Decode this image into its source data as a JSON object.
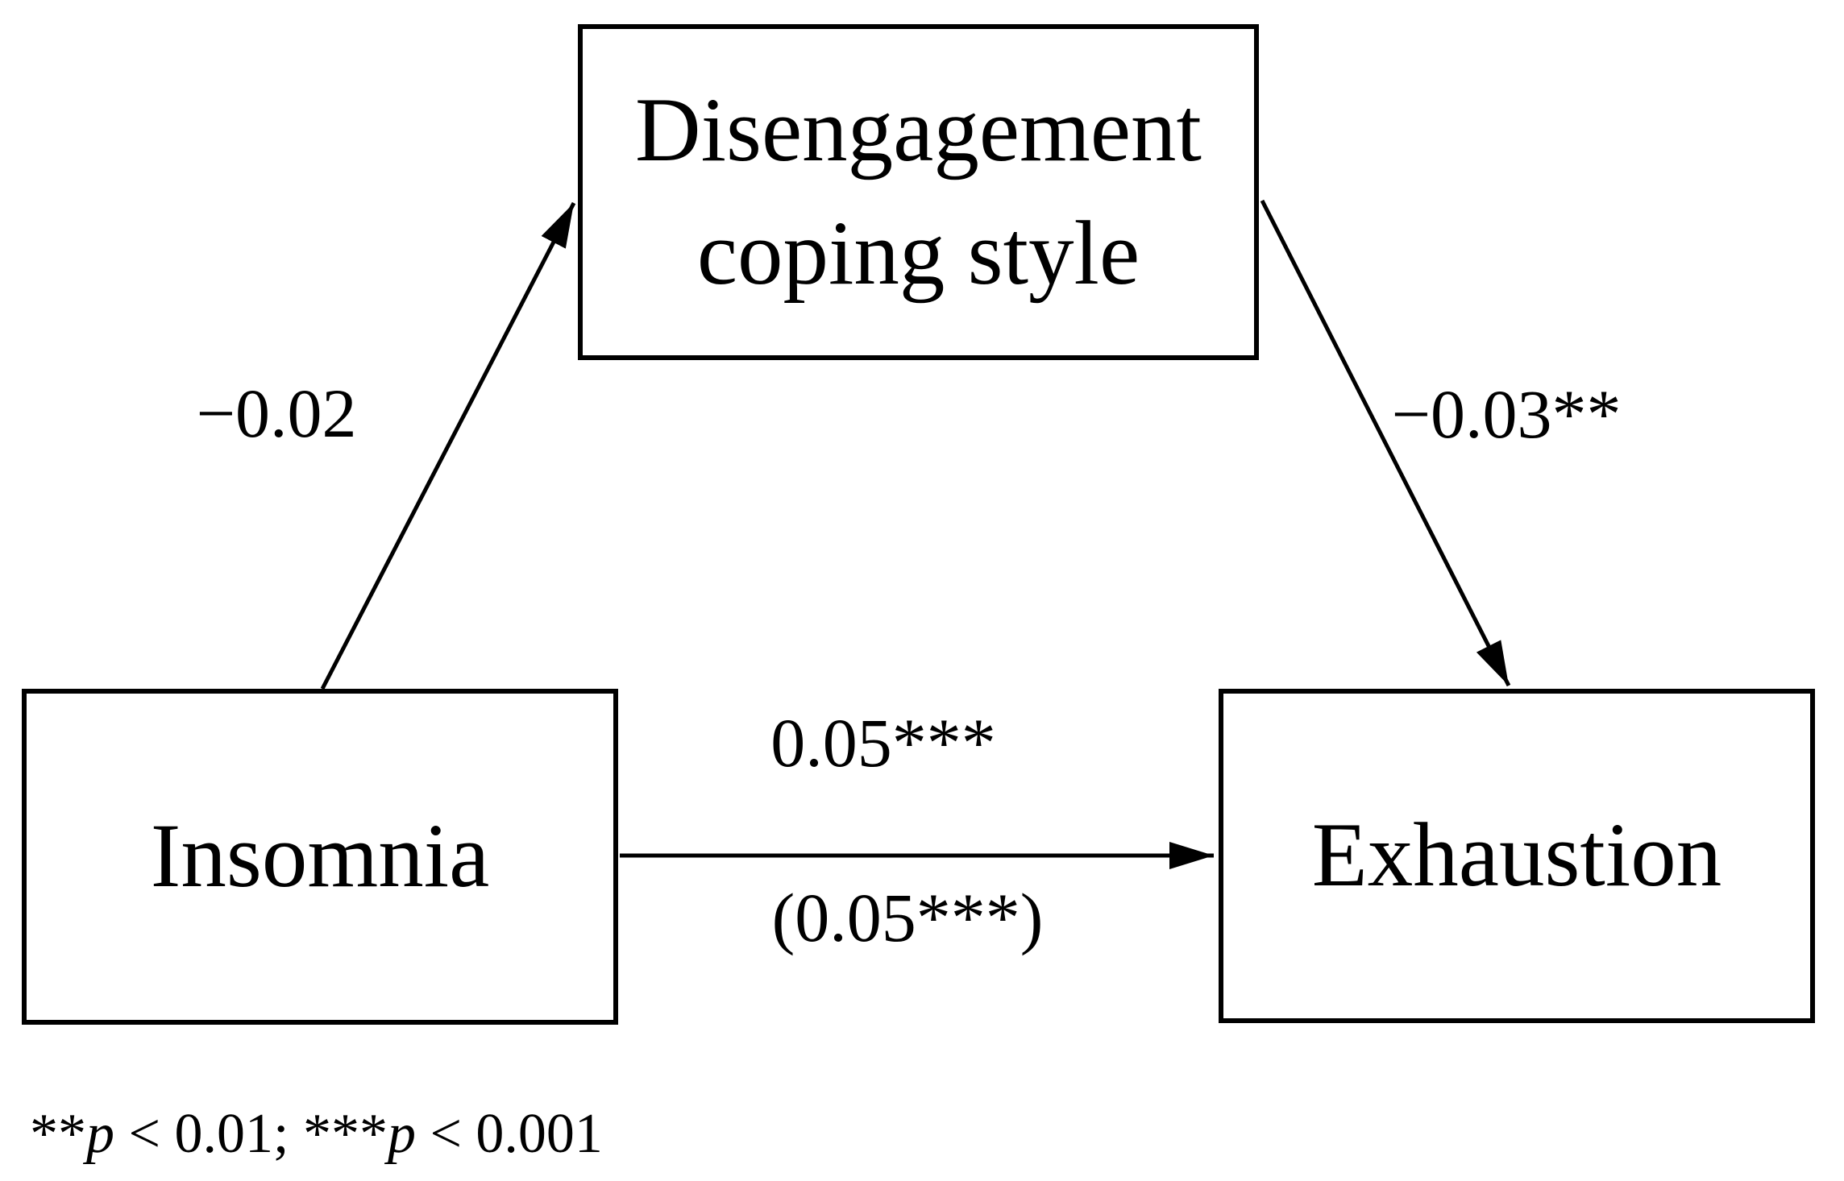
{
  "figure": {
    "type": "mediation-path-diagram",
    "colors": {
      "background": "#ffffff",
      "foreground": "#000000"
    }
  },
  "nodes": {
    "mediator": {
      "label": "Disengagement coping style"
    },
    "predictor": {
      "label": "Insomnia"
    },
    "outcome": {
      "label": "Exhaustion"
    }
  },
  "paths": {
    "a": {
      "from": "Insomnia",
      "to": "Disengagement coping style",
      "coefficient": "−0.02"
    },
    "b": {
      "from": "Disengagement coping style",
      "to": "Exhaustion",
      "coefficient": "−0.03**"
    },
    "c": {
      "from": "Insomnia",
      "to": "Exhaustion",
      "coefficient_direct": "0.05***",
      "coefficient_total": "(0.05***)"
    }
  },
  "footnote": {
    "segments": [
      {
        "text": "**"
      },
      {
        "text": "p",
        "italic": true
      },
      {
        "text": " < 0.01; "
      },
      {
        "text": "***"
      },
      {
        "text": "p",
        "italic": true
      },
      {
        "text": " < 0.001"
      }
    ]
  }
}
